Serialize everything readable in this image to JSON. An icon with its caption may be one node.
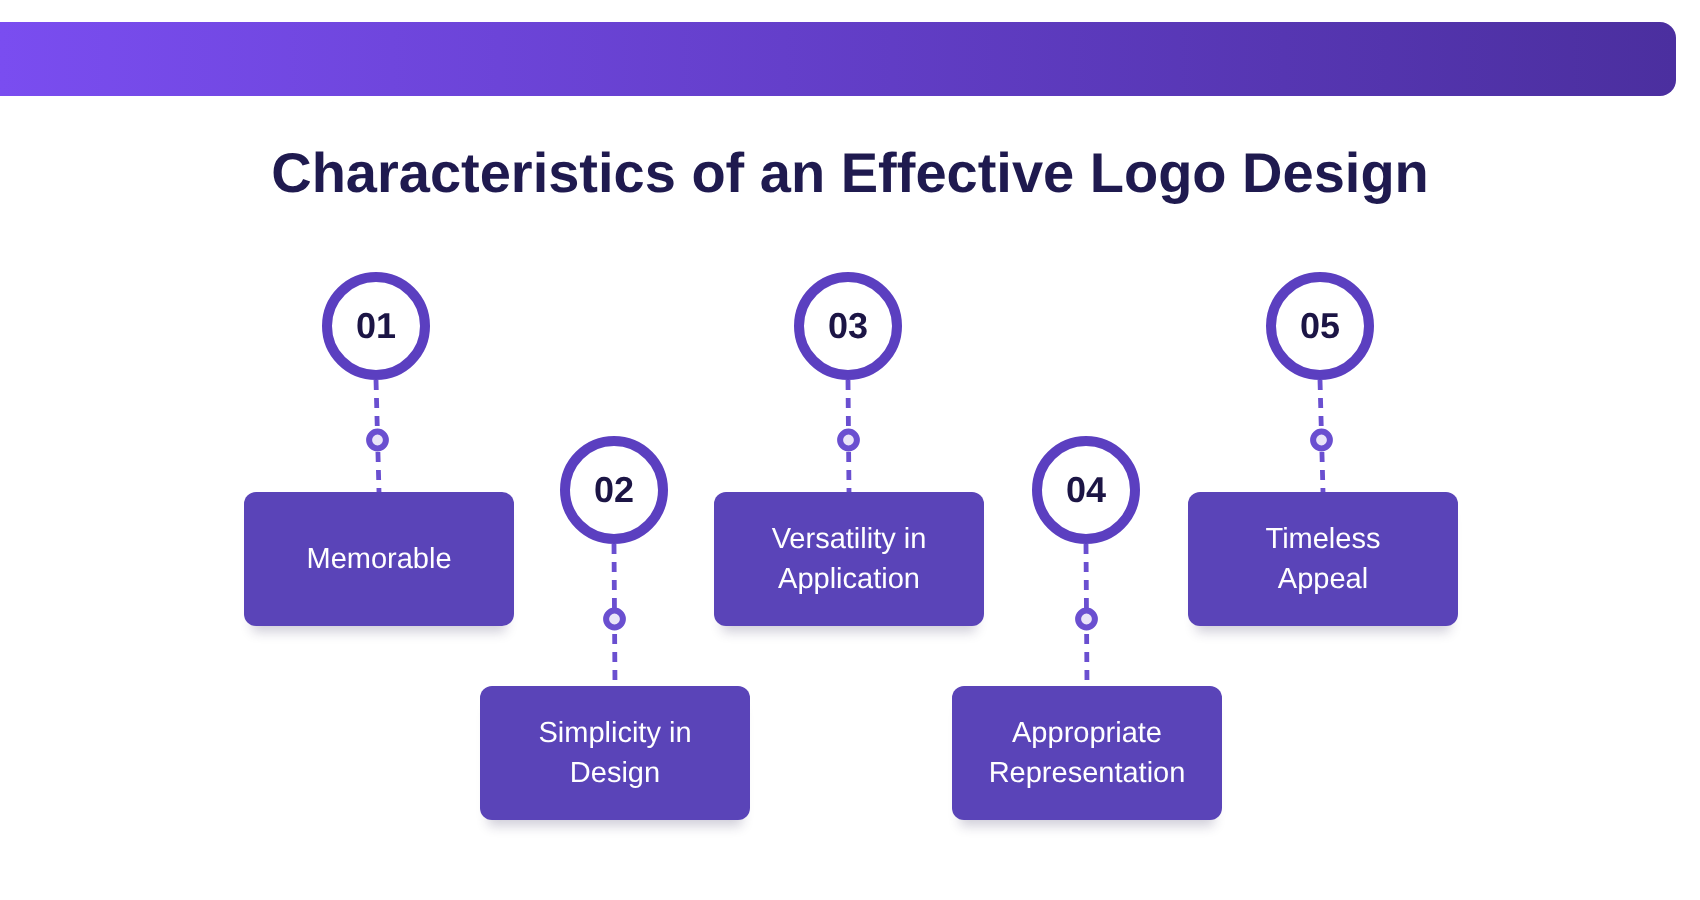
{
  "diagram": {
    "title": "Characteristics of an Effective Logo Design",
    "nodes": [
      {
        "text": [
          "01"
        ]
      },
      {
        "text": [
          "Memorable"
        ]
      },
      {
        "text": [
          "02"
        ]
      },
      {
        "text": [
          "Simplicity in Design"
        ]
      },
      {
        "text": [
          "03"
        ]
      },
      {
        "text": [
          "Versatility in Application"
        ]
      },
      {
        "text": [
          "04"
        ]
      },
      {
        "text": [
          "Appropriate Representation"
        ]
      },
      {
        "text": [
          "05"
        ]
      },
      {
        "text": [
          "Timeless Appeal"
        ]
      }
    ],
    "edges": [
      {
        "from": 0,
        "to": 1,
        "arrow": "none",
        "style": "dashed"
      },
      {
        "from": 2,
        "to": 3,
        "arrow": "none",
        "style": "dashed"
      },
      {
        "from": 4,
        "to": 5,
        "arrow": "none",
        "style": "dashed"
      },
      {
        "from": 6,
        "to": 7,
        "arrow": "none",
        "style": "dashed"
      },
      {
        "from": 8,
        "to": 9,
        "arrow": "none",
        "style": "dashed"
      }
    ]
  }
}
